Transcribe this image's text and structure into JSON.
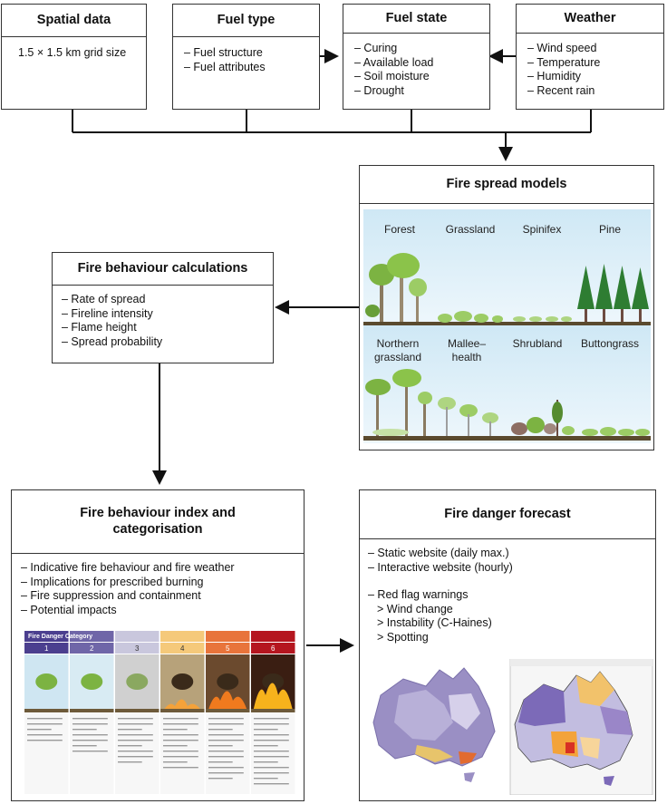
{
  "spatial_data": {
    "title": "Spatial data",
    "items": [
      "1.5 × 1.5 km grid size"
    ]
  },
  "fuel_type": {
    "title": "Fuel type",
    "items": [
      "– Fuel structure",
      "– Fuel attributes"
    ]
  },
  "fuel_state": {
    "title": "Fuel state",
    "items": [
      "– Curing",
      "– Available load",
      "– Soil moisture",
      "– Drought"
    ]
  },
  "weather": {
    "title": "Weather",
    "items": [
      "– Wind speed",
      "– Temperature",
      "– Humidity",
      "– Recent rain"
    ]
  },
  "fire_spread_models": {
    "title": "Fire spread models",
    "row1": [
      "Forest",
      "Grassland",
      "Spinifex",
      "Pine"
    ],
    "row2_line1": [
      "Northern",
      "Mallee–",
      "Shrubland",
      "Buttongrass"
    ],
    "row2_line2": [
      "grassland",
      "health"
    ]
  },
  "fire_behaviour_calculations": {
    "title": "Fire behaviour calculations",
    "items": [
      "– Rate of spread",
      "– Fireline intensity",
      "– Flame height",
      "– Spread probability"
    ]
  },
  "fire_behaviour_index": {
    "title_line1": "Fire behaviour index and",
    "title_line2": "categorisation",
    "items": [
      "– Indicative fire behaviour and fire weather",
      "– Implications for prescribed burning",
      "– Fire suppression and containment",
      "– Potential impacts"
    ],
    "categories": [
      "1",
      "2",
      "3",
      "4",
      "5",
      "6"
    ],
    "category_header": "Fire Danger Category",
    "category_colors": [
      "#4b3f8f",
      "#6f66a8",
      "#c9c7dd",
      "#f5c97a",
      "#e8743b",
      "#b5161f"
    ]
  },
  "fire_danger_forecast": {
    "title": "Fire danger forecast",
    "items": [
      "– Static website (daily max.)",
      "– Interactive website (hourly)",
      "",
      "– Red flag warnings",
      "> Wind change",
      "> Instability (C-Haines)",
      "> Spotting"
    ]
  }
}
